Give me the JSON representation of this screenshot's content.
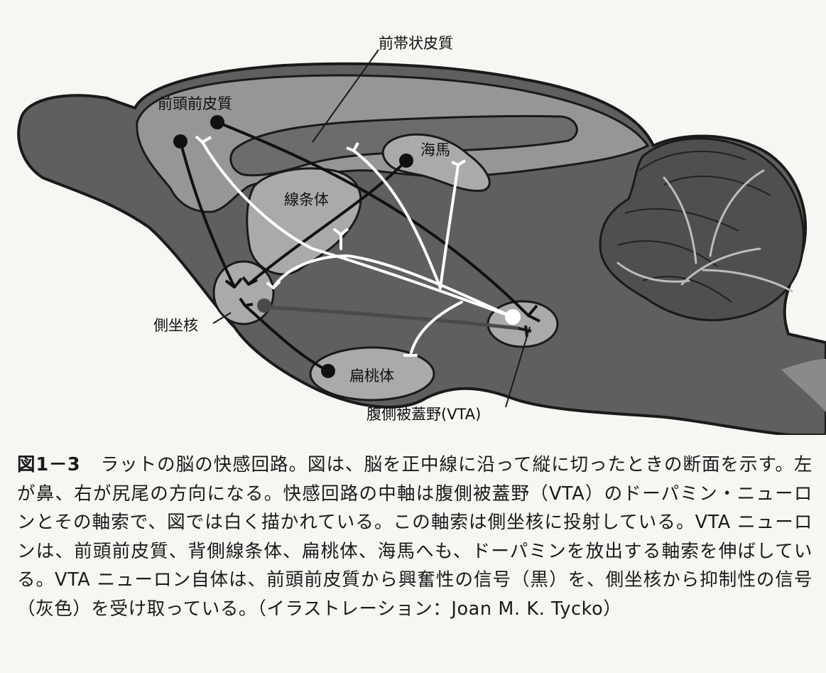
{
  "labels": {
    "acc": "前帯状皮質",
    "pfc": "前頭前皮質",
    "hippocampus": "海馬",
    "striatum": "線条体",
    "nacc": "側坐核",
    "amygdala": "扁桃体",
    "vta": "腹側被蓋野(VTA)"
  },
  "caption": {
    "figure_label": "図1－3",
    "text": "ラットの脳の快感回路。図は、脳を正中線に沿って縦に切ったときの断面を示す。左が鼻、右が尻尾の方向になる。快感回路の中軸は腹側被蓋野（VTA）のドーパミン・ニューロンとその軸索で、図では白く描かれている。この軸索は側坐核に投射している。VTA ニューロンは、前頭前皮質、背側線条体、扁桃体、海馬へも、ドーパミンを放出する軸索を伸ばしている。VTA ニューロン自体は、前頭前皮質から興奮性の信号（黒）を、側坐核から抑制性の信号（灰色）を受け取っている。（イラストレーション：Joan M. K. Tycko）"
  },
  "colors": {
    "brain_fill": "#5f5f5f",
    "cortex_fill": "#969696",
    "region_fill": "#aaaaaa",
    "excitatory": "#111111",
    "inhibitory": "#4a4a4a",
    "dopamine": "#ffffff"
  }
}
